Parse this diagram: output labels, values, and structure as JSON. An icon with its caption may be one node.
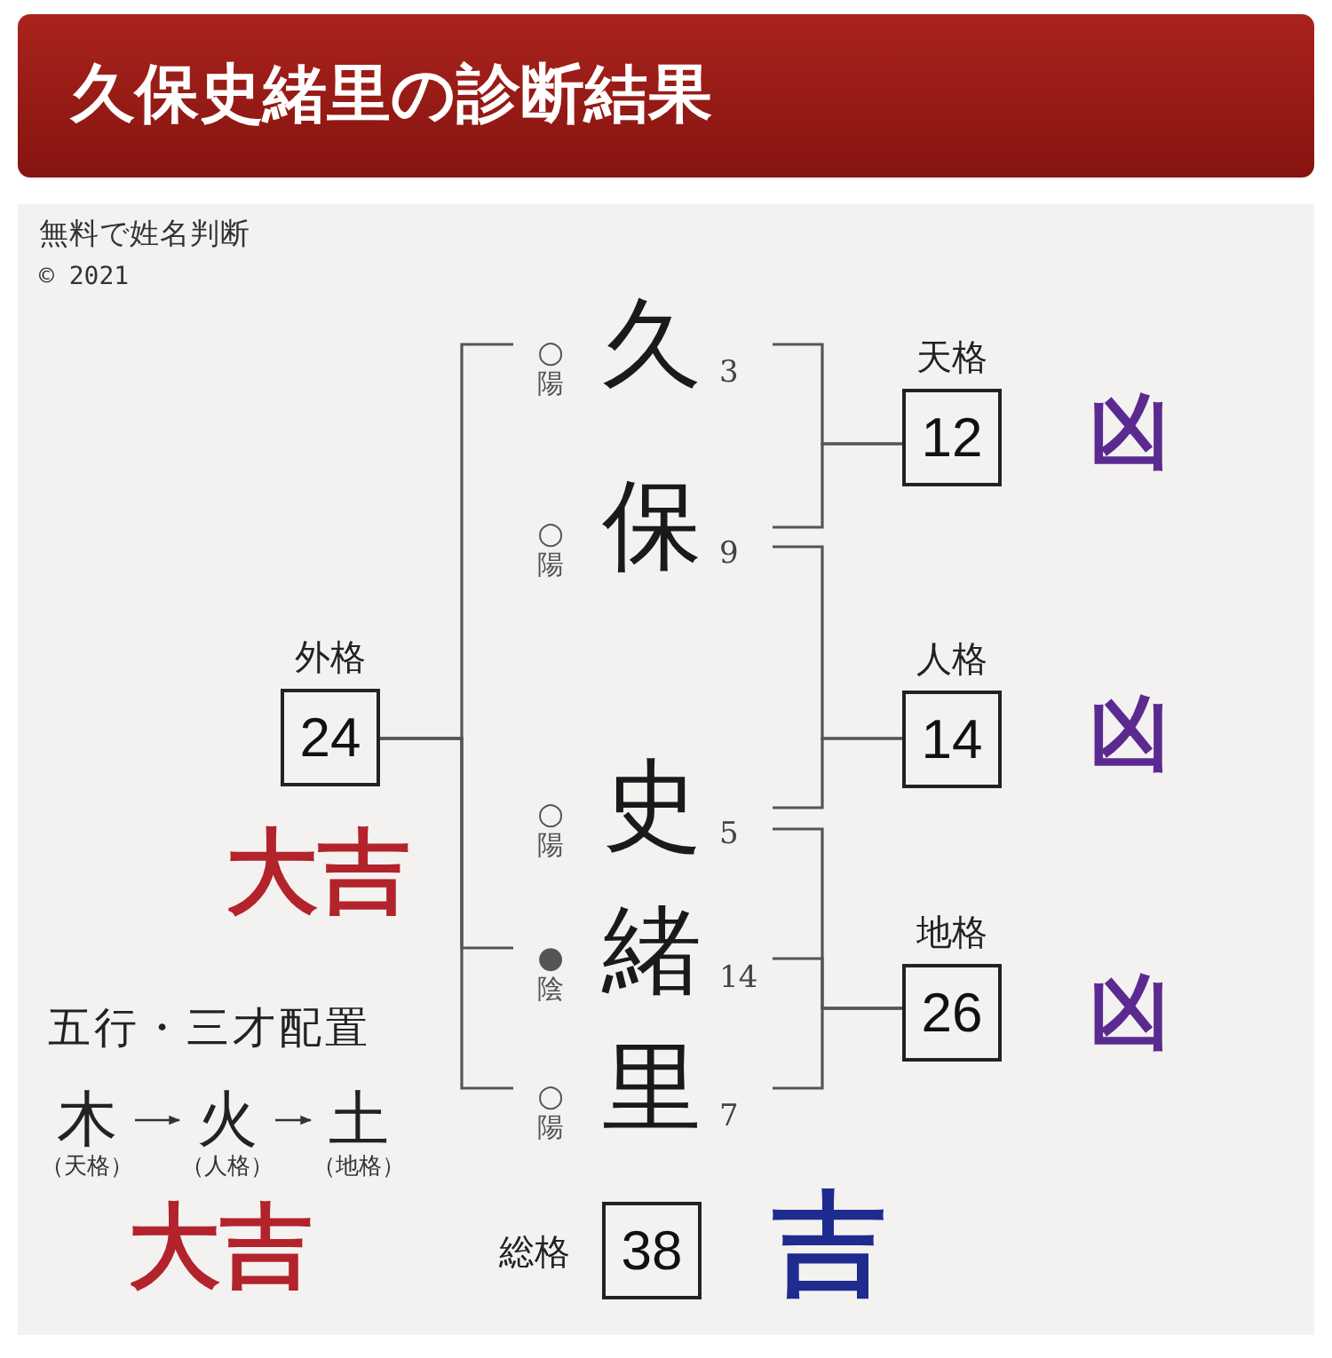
{
  "diagram": {
    "title": "久保史緒里の診断結果",
    "nodes": [
      {
        "text": [
          "久"
        ],
        "beside": [
          "○",
          "陽",
          "3"
        ]
      },
      {
        "text": [
          "保"
        ],
        "beside": [
          "○",
          "陽",
          "9"
        ]
      },
      {
        "text": [
          "史"
        ],
        "beside": [
          "○",
          "陽",
          "5"
        ]
      },
      {
        "text": [
          "緒"
        ],
        "beside": [
          "●",
          "陰",
          "14"
        ]
      },
      {
        "text": [
          "里"
        ],
        "beside": [
          "○",
          "陽",
          "7"
        ]
      },
      {
        "text": [
          "天格",
          "12"
        ],
        "beside": [
          "凶"
        ]
      },
      {
        "text": [
          "人格",
          "14"
        ],
        "beside": [
          "凶"
        ]
      },
      {
        "text": [
          "地格",
          "26"
        ],
        "beside": [
          "凶"
        ]
      },
      {
        "text": [
          "外格",
          "24"
        ],
        "beside": [
          "大吉"
        ]
      },
      {
        "text": [
          "総格",
          "38"
        ],
        "beside": [
          "吉"
        ]
      },
      {
        "text": [
          "木"
        ],
        "beside": [
          "（天格）"
        ]
      },
      {
        "text": [
          "火"
        ],
        "beside": [
          "（人格）"
        ]
      },
      {
        "text": [
          "土"
        ],
        "beside": [
          "（地格）"
        ]
      }
    ],
    "edges": [
      {
        "from": 0,
        "to": 5,
        "arrow": "none"
      },
      {
        "from": 1,
        "to": 5,
        "arrow": "none"
      },
      {
        "from": 1,
        "to": 6,
        "arrow": "none"
      },
      {
        "from": 2,
        "to": 6,
        "arrow": "none"
      },
      {
        "from": 2,
        "to": 7,
        "arrow": "none"
      },
      {
        "from": 3,
        "to": 7,
        "arrow": "none"
      },
      {
        "from": 4,
        "to": 7,
        "arrow": "none"
      },
      {
        "from": 0,
        "to": 8,
        "arrow": "none"
      },
      {
        "from": 3,
        "to": 8,
        "arrow": "none"
      },
      {
        "from": 4,
        "to": 8,
        "arrow": "none"
      },
      {
        "from": 10,
        "to": 11,
        "arrow": "to"
      },
      {
        "from": 11,
        "to": 12,
        "arrow": "to"
      }
    ],
    "labels": [
      "無料で姓名判断",
      "© 2021",
      "五行・三才配置",
      "大吉"
    ]
  }
}
